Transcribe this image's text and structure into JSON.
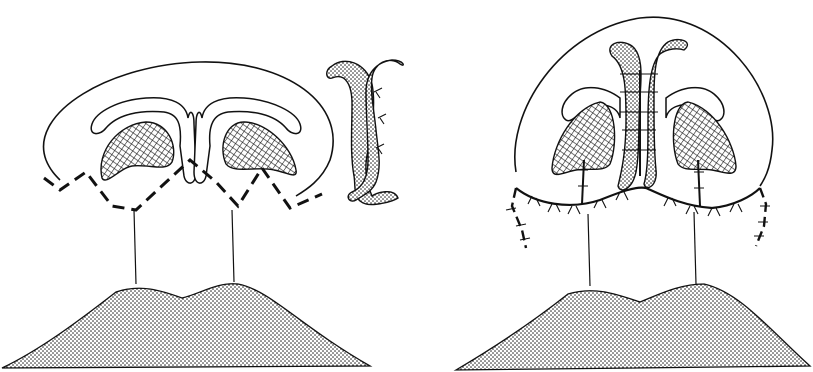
{
  "figure": {
    "panels": [
      {
        "id": "left",
        "stage": "before-closure",
        "incision_style": "dashed-zigzag"
      },
      {
        "id": "graft",
        "stage": "columella-graft",
        "sutures": 3
      },
      {
        "id": "right",
        "stage": "after-closure",
        "incision_style": "sutured"
      }
    ],
    "colors": {
      "ink": "#111111",
      "paper": "#ffffff"
    },
    "fills": [
      "stipple",
      "crosshatch"
    ]
  }
}
